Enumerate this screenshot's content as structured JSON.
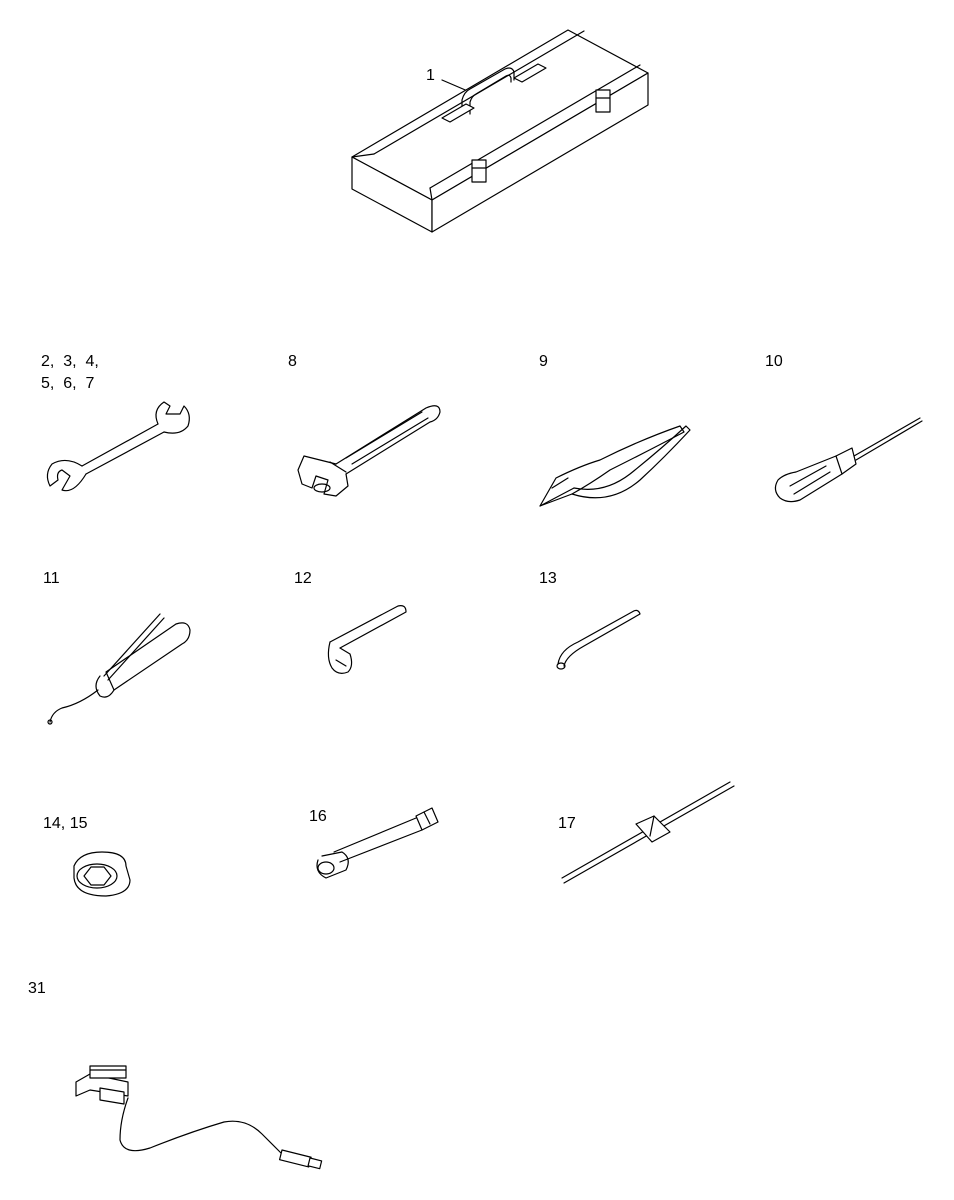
{
  "labels": {
    "toolbox": "1",
    "wrenches_line1": "2,  3,  4,",
    "wrenches_line2": "5,  6,  7",
    "adjustable_wrench": "8",
    "pliers": "9",
    "screwdriver": "10",
    "grease_gun": "11",
    "hex_key": "12",
    "tommy_bar": "13",
    "sockets": "14, 15",
    "box_wrench": "16",
    "t_handle": "17",
    "cable": "31"
  }
}
